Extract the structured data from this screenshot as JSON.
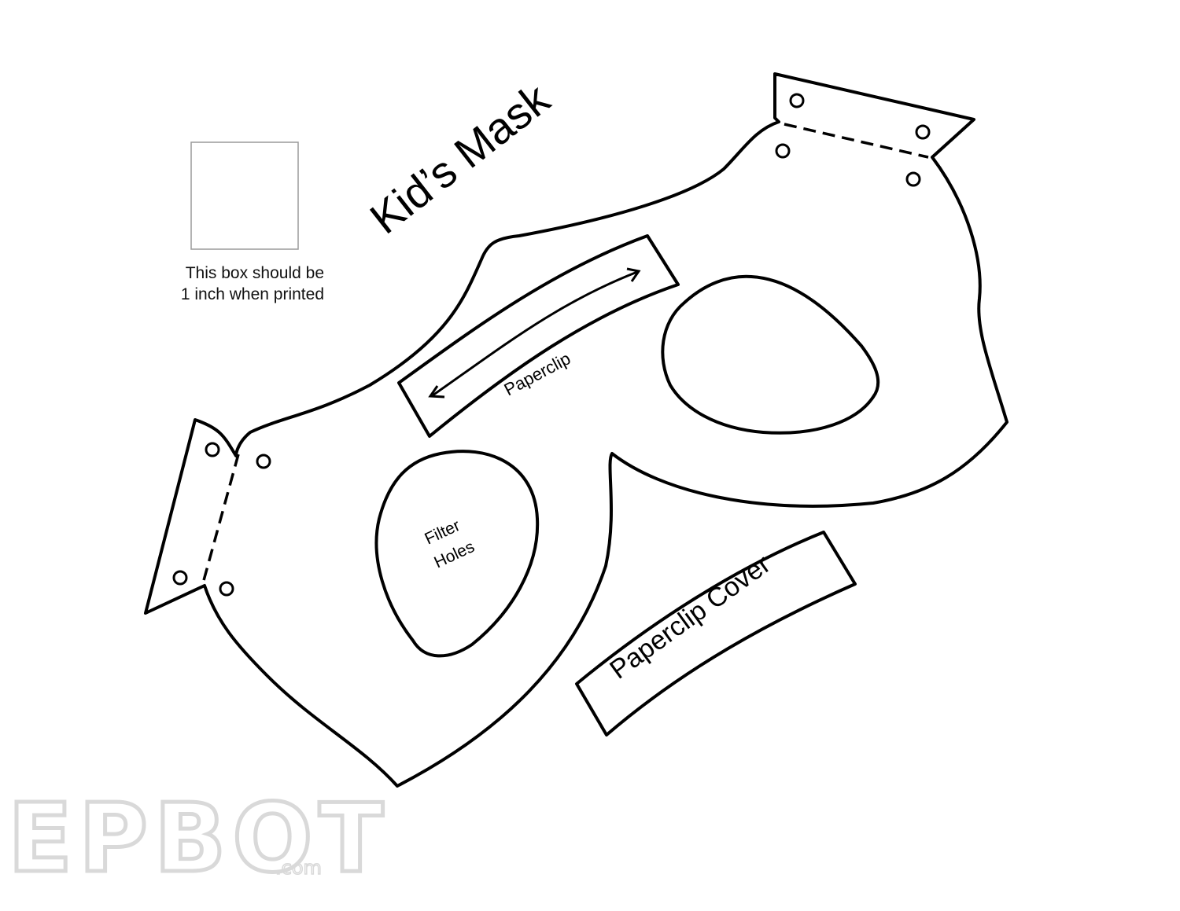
{
  "template": {
    "title": "Kid’s Mask",
    "scale_note_line1": "This box should be",
    "scale_note_line2": "1 inch when printed",
    "paperclip_label": "Paperclip",
    "filter_label_line1": "Filter",
    "filter_label_line2": "Holes",
    "cover_label": "Paperclip Cover"
  },
  "watermark": {
    "brand": "EPBOT",
    "suffix": ".com"
  },
  "colors": {
    "line": "#000000",
    "paper": "#ffffff",
    "watermark": "#d9d9d9"
  }
}
